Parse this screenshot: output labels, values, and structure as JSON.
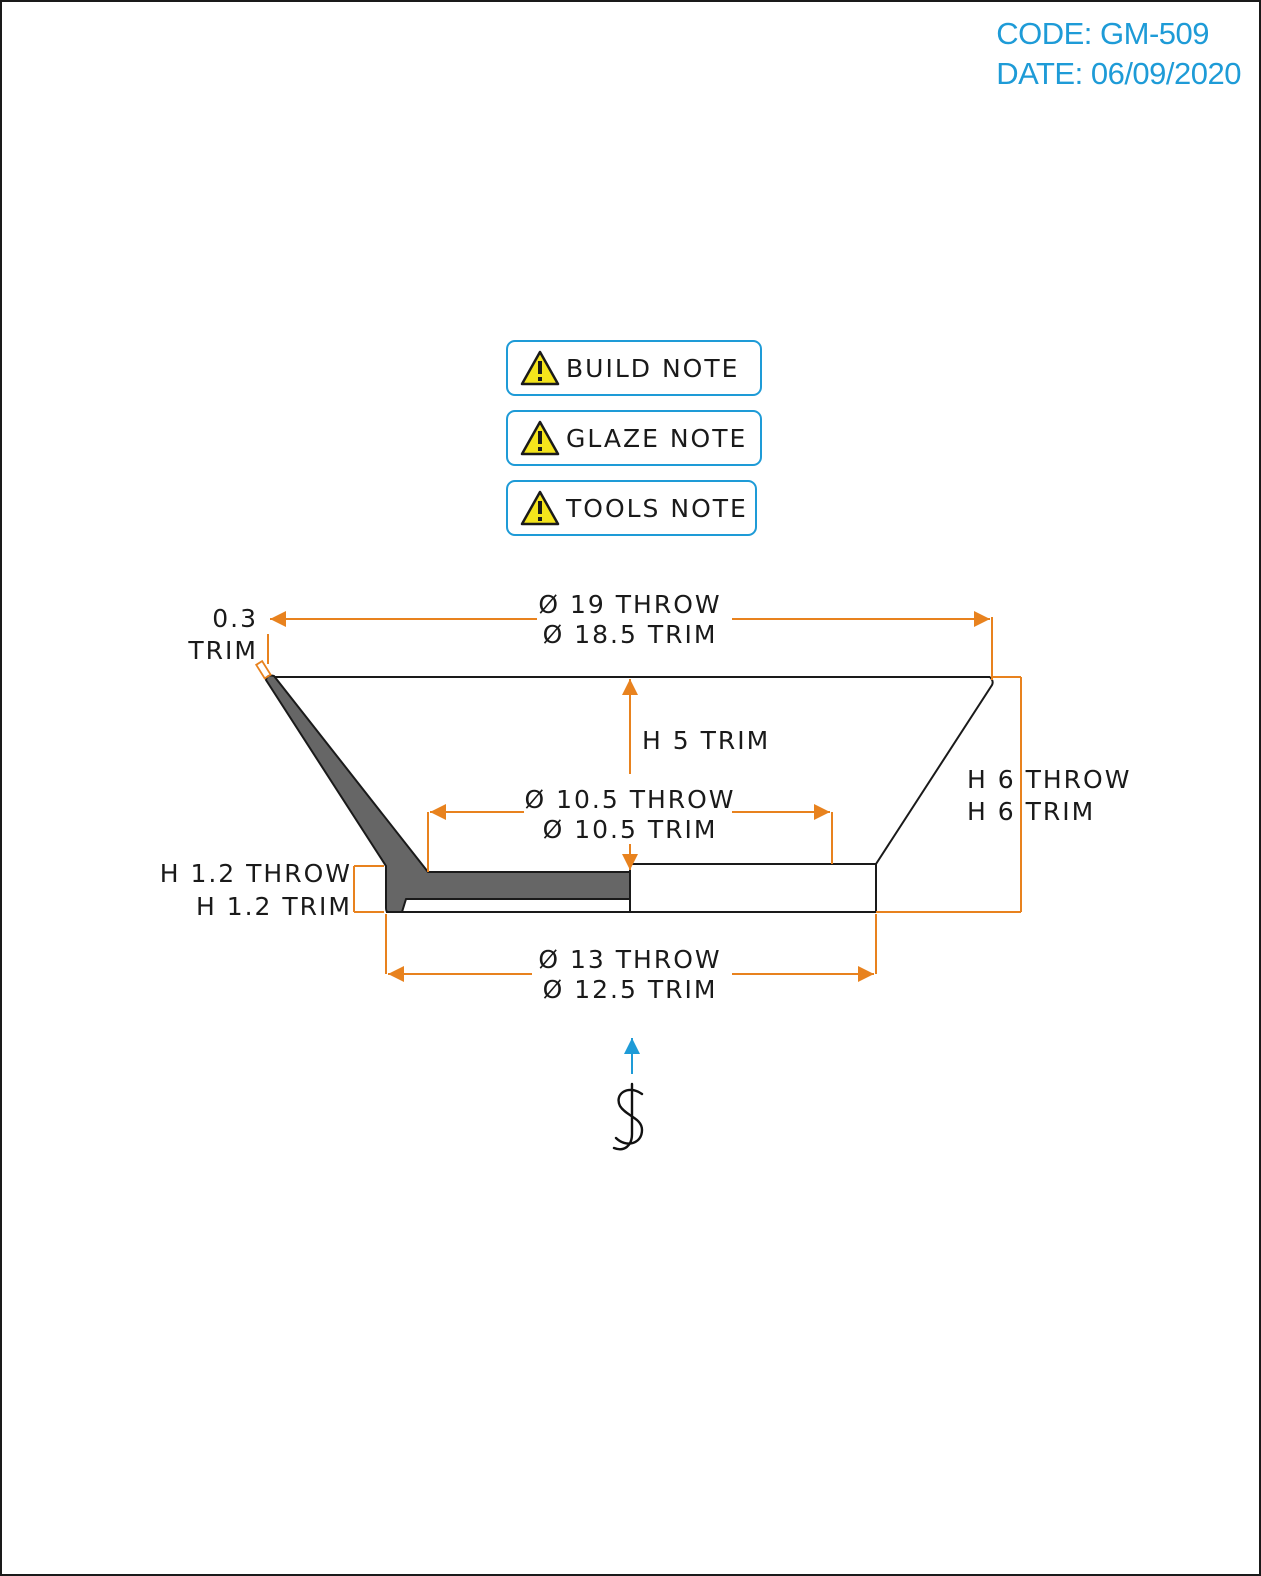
{
  "header": {
    "code": "CODE: GM-509",
    "date": "DATE: 06/09/2020"
  },
  "notes": [
    {
      "label": "BUILD NOTE",
      "icon": "warning-icon"
    },
    {
      "label": "GLAZE NOTE",
      "icon": "warning-icon"
    },
    {
      "label": "TOOLS NOTE",
      "icon": "warning-icon"
    }
  ],
  "dimensions": {
    "rim_throw": "Ø 19 THROW",
    "rim_trim": "Ø 18.5 TRIM",
    "wall_value": "0.3",
    "wall_label": "TRIM",
    "inner_height": "H 5 TRIM",
    "inner_throw": "Ø 10.5 THROW",
    "inner_trim": "Ø 10.5 TRIM",
    "total_height_throw": "H 6 THROW",
    "total_height_trim": "H 6 TRIM",
    "foot_height_throw": "H 1.2 THROW",
    "foot_height_trim": "H 1.2 TRIM",
    "foot_throw": "Ø 13 THROW",
    "foot_trim": "Ø 12.5 TRIM"
  },
  "colors": {
    "accent": "#1e9bd7",
    "dimension": "#e8821e",
    "section_fill": "#666666",
    "outline": "#1a1a1a",
    "warning": "#f5e41c"
  },
  "logo": "S-J monogram"
}
